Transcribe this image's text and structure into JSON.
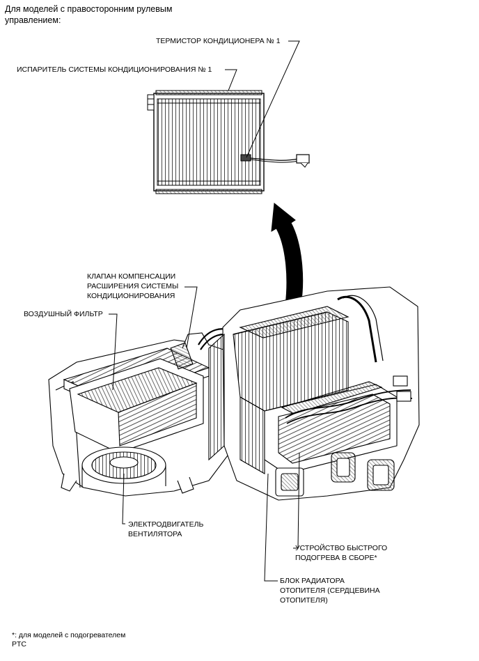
{
  "heading": {
    "line1": "Для моделей с правосторонним рулевым",
    "line2": "управлением:"
  },
  "labels": {
    "thermistor": "ТЕРМИСТОР КОНДИЦИОНЕРА № 1",
    "evaporator": "ИСПАРИТЕЛЬ СИСТЕМЫ КОНДИЦИОНИРОВАНИЯ № 1",
    "valve": [
      "КЛАПАН КОМПЕНСАЦИИ",
      "РАСШИРЕНИЯ СИСТЕМЫ",
      "КОНДИЦИОНИРОВАНИЯ"
    ],
    "filter": "ВОЗДУШНЫЙ ФИЛЬТР",
    "blower": [
      "ЭЛЕКТРОДВИГАТЕЛЬ",
      "ВЕНТИЛЯТОРА"
    ],
    "ptc": [
      "УСТРОЙСТВО БЫСТРОГО",
      "ПОДОГРЕВА В СБОРЕ*"
    ],
    "heater": [
      "БЛОК РАДИАТОРА",
      "ОТОПИТЕЛЯ (СЕРДЦЕВИНА",
      "ОТОПИТЕЛЯ)"
    ]
  },
  "footnote": {
    "line1": "*: для моделей с подогревателем",
    "line2": "PTC"
  }
}
